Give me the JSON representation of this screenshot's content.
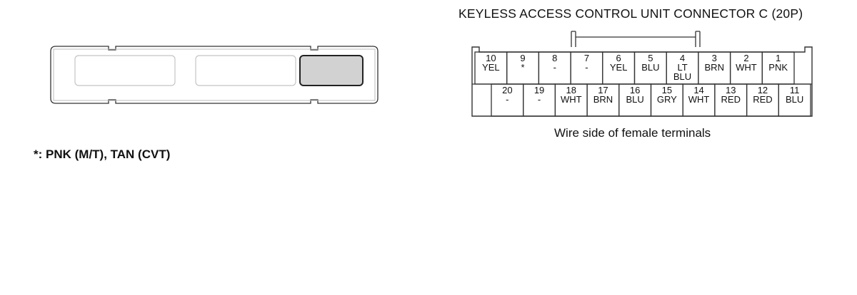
{
  "title": "KEYLESS ACCESS CONTROL UNIT CONNECTOR C (20P)",
  "caption": "Wire side of female terminals",
  "footnote": "*: PNK (M/T), TAN (CVT)",
  "colors": {
    "line": "#333333",
    "highlight_fill": "#d2d2d2",
    "cavity_line": "#c4c4c4"
  },
  "top_row": [
    {
      "pin": "10",
      "lines": [
        "YEL"
      ]
    },
    {
      "pin": "9",
      "lines": [
        "*"
      ]
    },
    {
      "pin": "8",
      "lines": [
        "-"
      ]
    },
    {
      "pin": "7",
      "lines": [
        "-"
      ]
    },
    {
      "pin": "6",
      "lines": [
        "YEL"
      ]
    },
    {
      "pin": "5",
      "lines": [
        "BLU"
      ]
    },
    {
      "pin": "4",
      "lines": [
        "LT",
        "BLU"
      ]
    },
    {
      "pin": "3",
      "lines": [
        "BRN"
      ]
    },
    {
      "pin": "2",
      "lines": [
        "WHT"
      ]
    },
    {
      "pin": "1",
      "lines": [
        "PNK"
      ]
    }
  ],
  "bottom_row": [
    {
      "pin": "20",
      "lines": [
        "-"
      ]
    },
    {
      "pin": "19",
      "lines": [
        "-"
      ]
    },
    {
      "pin": "18",
      "lines": [
        "WHT"
      ]
    },
    {
      "pin": "17",
      "lines": [
        "BRN"
      ]
    },
    {
      "pin": "16",
      "lines": [
        "BLU"
      ]
    },
    {
      "pin": "15",
      "lines": [
        "GRY"
      ]
    },
    {
      "pin": "14",
      "lines": [
        "WHT"
      ]
    },
    {
      "pin": "13",
      "lines": [
        "RED"
      ]
    },
    {
      "pin": "12",
      "lines": [
        "RED"
      ]
    },
    {
      "pin": "11",
      "lines": [
        "BLU"
      ]
    }
  ]
}
